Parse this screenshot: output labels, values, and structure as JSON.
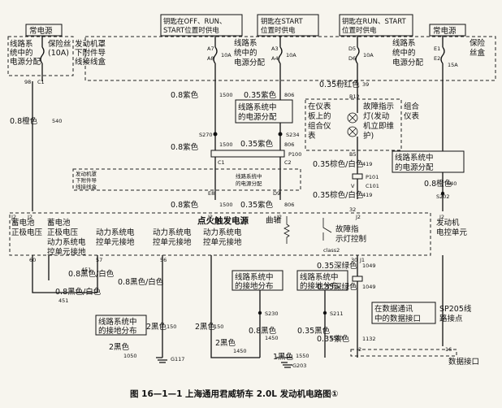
{
  "power": {
    "left_title": "常电源",
    "right_title": "常电源",
    "top1": [
      "钥匙在OFF、RUN、",
      "START位置时供电"
    ],
    "top2": [
      "钥匙在START",
      "位置时供电"
    ],
    "top3": [
      "钥匙在RUN、START",
      "位置时供电"
    ],
    "dist": [
      "线路系",
      "统中的",
      "电源分配"
    ],
    "fusebox": [
      "保险",
      "丝盒"
    ]
  },
  "left_fuse": {
    "dist": [
      "线路系",
      "统中的",
      "电源分配"
    ],
    "fuse": [
      "保险丝",
      "(10A)"
    ],
    "note": [
      "发动机罩",
      "下附件导",
      "线接线盒"
    ]
  },
  "fuses": {
    "a": "10A",
    "b": "10A",
    "c": "10A",
    "d": "15A",
    "a7": "A7",
    "a8": "A8",
    "a3": "A3",
    "a4": "A4",
    "d5": "D5",
    "d6": "D6",
    "e1": "E1",
    "e2": "E2"
  },
  "wires": {
    "w1": "0.8紫色",
    "w1n": "1500",
    "w2": "0.35紫色",
    "w2n": "806",
    "w3": "0.35粉红色",
    "w3n": "39",
    "w4": "0.8紫色",
    "w4n": "1500",
    "w5": "0.35紫色",
    "w5n": "806",
    "w6": "0.35棕色/白色",
    "w6n": "419",
    "w7": "0.8紫色",
    "w7n": "1500",
    "w8": "0.35紫色",
    "w8n": "806",
    "w9": "0.35棕色/白色",
    "w9n": "419",
    "w10": "0.8橙色",
    "w10n": "540",
    "w11": "0.8橙色",
    "w11n": "640",
    "w12": "0.8黑色/白色",
    "w12n": "451",
    "w13": "0.8黑色/白色",
    "w13n": "451",
    "w14": "0.8黑色/白色",
    "w14n": "451",
    "w15": "0.35深绿色",
    "w15n": "1049",
    "w16": "0.35深绿色",
    "w16n": "1049",
    "w17": "0.35紫色",
    "w17n": "1132"
  },
  "connectors": {
    "s270": "S270",
    "s234": "S234",
    "p100": "P100",
    "p101": "P101",
    "c1": "C1",
    "c2": "C2",
    "c101": "C101",
    "b12": "B12",
    "b5": "B5",
    "e8": "E8",
    "d9": "D9",
    "s202": "S202",
    "s230": "S230",
    "s211": "S211",
    "s117": "G117",
    "s203": "G203",
    "c1_98": "98",
    "c101_1": "1",
    "v": "V",
    "j2a": "J2",
    "j2b": "J2",
    "j2c": "J2",
    "j2d": "J2",
    "j2e": "J2",
    "j2f": "J2",
    "j1": "J1",
    "class2": "class2",
    "n60": "60",
    "n57": "57",
    "n56": "56",
    "n39": "39",
    "n32": "32",
    "n30": "30",
    "n3": "3",
    "n4": "4",
    "n2": "2",
    "n16": "16",
    "n_3a": "3",
    "n_4a": "4"
  },
  "engine_bay": [
    "发动机罩",
    "下附件导",
    "线接线盒"
  ],
  "mid_dist": [
    "线路系统中",
    "的电源分配"
  ],
  "dist_box1": [
    "线路系统中",
    "的电源分配"
  ],
  "cluster": {
    "in_panel": [
      "在仪表",
      "板上的",
      "组合仪",
      "表"
    ],
    "lamp": [
      "故障指示",
      "灯(发动",
      "机立即维",
      "护)"
    ],
    "combo": [
      "组合",
      "仪表"
    ]
  },
  "dist_right": [
    "线路系统中",
    "的电源分配"
  ],
  "ecu": {
    "title": [
      "发动机",
      "电控单元"
    ],
    "bat1": [
      "蓄电池",
      "正极电压"
    ],
    "bat2": [
      "蓄电池",
      "正极电压"
    ],
    "pwr_gnd": [
      "动力系统电",
      "控单元接地"
    ],
    "pwr_gnd2": [
      "动力系统电",
      "控单元接地"
    ],
    "pwr_gnd3": [
      "动力系统电",
      "控单元接地"
    ],
    "pwr_gnd4": [
      "动力系统电",
      "控单元接地"
    ],
    "ign": "点火触发电源",
    "crank": "曲轴",
    "mil": [
      "故障指",
      "示灯控制"
    ]
  },
  "ground_dist1": [
    "线路系统中",
    "的接地分布"
  ],
  "ground_dist2": [
    "线路系统中",
    "的接地分布"
  ],
  "ground_dist3": [
    "线路系统中",
    "的接地分布"
  ],
  "datalink": [
    "在数据通讯",
    "中的数据接口"
  ],
  "sp205": [
    "SP205线",
    "路接点"
  ],
  "black": {
    "b1": "2黑色",
    "b1n": "150",
    "b2": "2黑色",
    "b2n": "1050",
    "b3": "2黑色",
    "b3n": "150",
    "b4": "2黑色",
    "b4n": "1450",
    "b5": "0.8黑色",
    "b5n": "1450",
    "b6": "0.35黑色",
    "b6n": "1550",
    "b7": "1黑色",
    "b7n": "1550"
  },
  "data_port": "数据接口",
  "caption": "图 16—1—1   上海通用君威轿车 2.0L 发动机电路图①"
}
